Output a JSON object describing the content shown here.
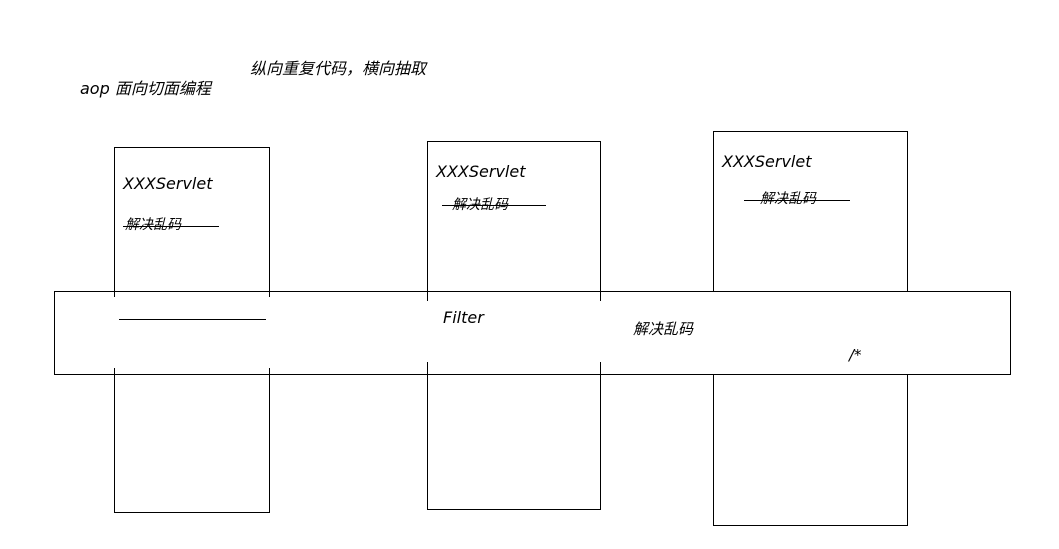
{
  "notes": {
    "aop": "aop 面向切面编程",
    "cross_cut": "纵向重复代码，横向抽取"
  },
  "servlets": [
    {
      "title": "XXXServlet",
      "action": "解决乱码"
    },
    {
      "title": "XXXServlet",
      "action": "解决乱码"
    },
    {
      "title": "XXXServlet",
      "action": "解决乱码"
    }
  ],
  "filter": {
    "title": "Filter",
    "action": "解决乱码",
    "pattern": "/*"
  }
}
